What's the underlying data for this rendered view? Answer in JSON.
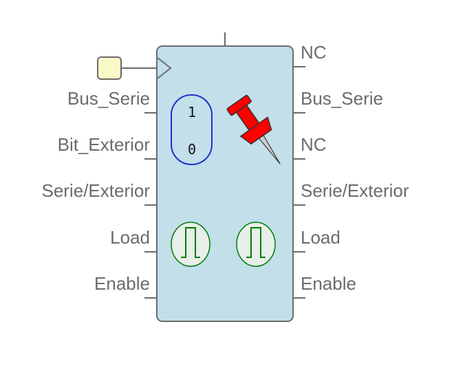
{
  "component": {
    "body_color": "#c2dfea",
    "border_color": "#6b6b6b"
  },
  "left_pins": [
    {
      "label": "Bus_Serie"
    },
    {
      "label": "Bit_Exterior"
    },
    {
      "label": "Serie/Exterior"
    },
    {
      "label": "Load"
    },
    {
      "label": "Enable"
    }
  ],
  "right_pins": [
    {
      "label": "NC"
    },
    {
      "label": "Bus_Serie"
    },
    {
      "label": "NC"
    },
    {
      "label": "Serie/Exterior"
    },
    {
      "label": "Load"
    },
    {
      "label": "Enable"
    }
  ],
  "clock_input": {
    "icon": "clock-input-box-icon",
    "color": "#fafac8"
  },
  "toggle_switch": {
    "top_value": "1",
    "bottom_value": "0",
    "border_color": "#1a33cc"
  },
  "pin_marker": {
    "icon": "pushpin-icon",
    "color": "#ff0000"
  },
  "pulse_buttons": [
    {
      "icon": "pulse-icon",
      "color": "#007a00"
    },
    {
      "icon": "pulse-icon",
      "color": "#007a00"
    }
  ]
}
